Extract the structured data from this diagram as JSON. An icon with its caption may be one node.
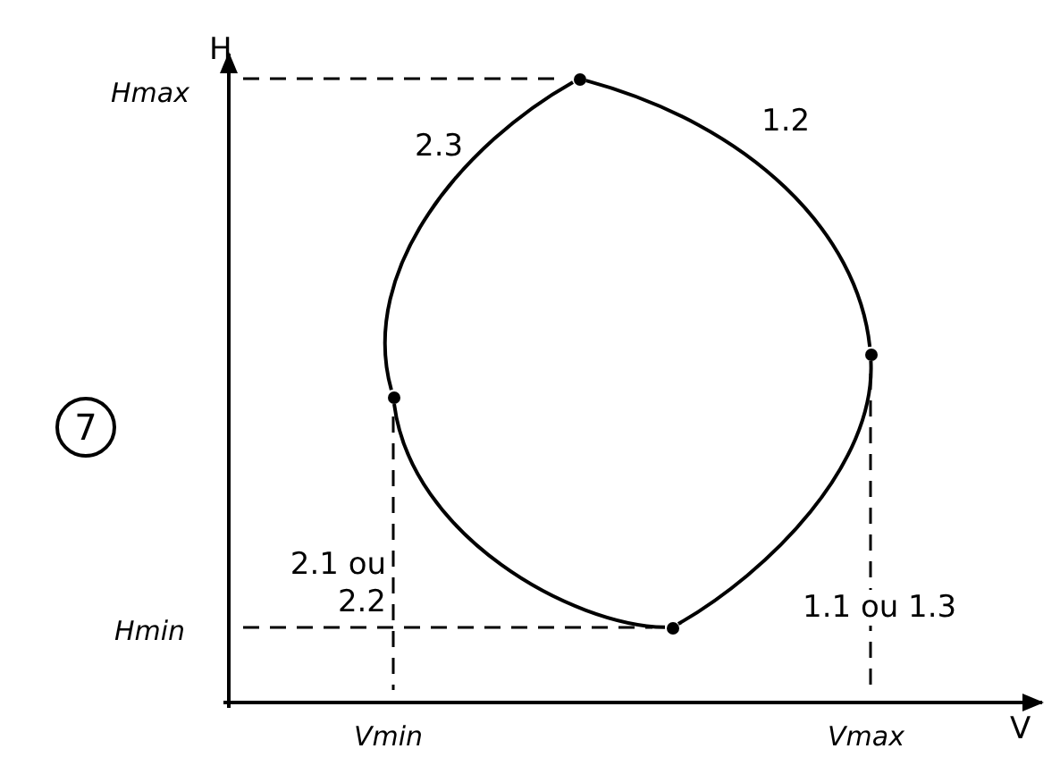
{
  "diagram": {
    "nodes": [
      {
        "text": [],
        "shape": "circle"
      },
      {
        "text": [],
        "shape": "circle"
      },
      {
        "text": [],
        "shape": "circle"
      },
      {
        "text": [
          "7"
        ]
      },
      {
        "text": [],
        "shape": "circle"
      }
    ],
    "edges": [
      {
        "from": 1,
        "to": 0,
        "arrow": "none",
        "label": "1.2"
      },
      {
        "from": 0,
        "to": 2,
        "arrow": "none",
        "label": "2.3"
      },
      {
        "from": 2,
        "to": 4,
        "arrow": "none",
        "label": "2.1 ou 2.2"
      },
      {
        "from": 4,
        "to": 1,
        "arrow": "none",
        "label": "1.1 ou 1.3"
      }
    ],
    "labels": [
      "H",
      "Hmax",
      "Hmin",
      "V",
      "Vmin",
      "Vmax"
    ]
  }
}
